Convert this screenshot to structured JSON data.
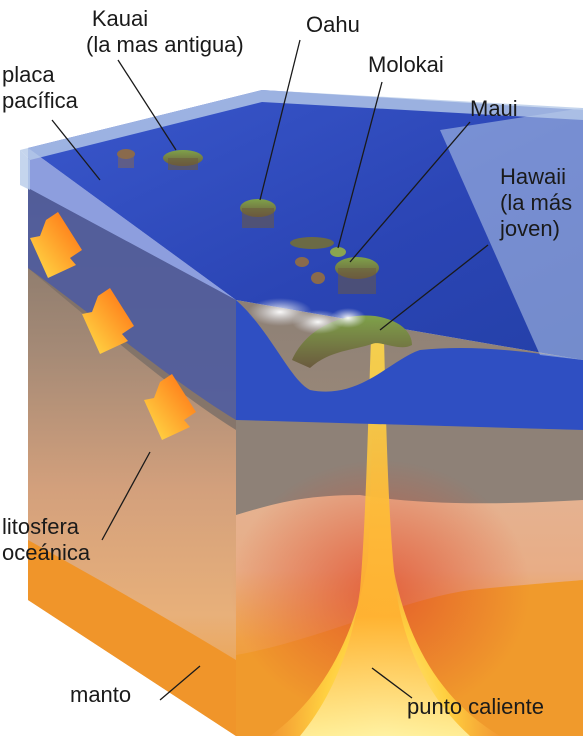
{
  "labels": {
    "kauai_line1": "Kauai",
    "kauai_line2": "(la mas antigua)",
    "oahu": "Oahu",
    "molokai": "Molokai",
    "maui": "Maui",
    "hawaii_line1": "Hawaii",
    "hawaii_line2": "(la más",
    "hawaii_line3": "joven)",
    "placa_line1": "placa",
    "placa_line2": "pacífica",
    "litosfera_line1": "litosfera",
    "litosfera_line2": "oceánica",
    "manto": "manto",
    "punto_caliente": "punto caliente"
  },
  "colors": {
    "ocean": "#2c49b8",
    "ocean_front": "#3a5ad0",
    "water_glass": "#b7cbe9",
    "lithosphere": "#8b7d72",
    "crust_sand": "#d9a57c",
    "mantle": "#f0a030",
    "plume": "#ffd23a",
    "arrow": "#ff9a1f"
  },
  "icons": [
    "plate-motion-arrow",
    "island",
    "volcanic-smoke",
    "hotspot-plume"
  ]
}
